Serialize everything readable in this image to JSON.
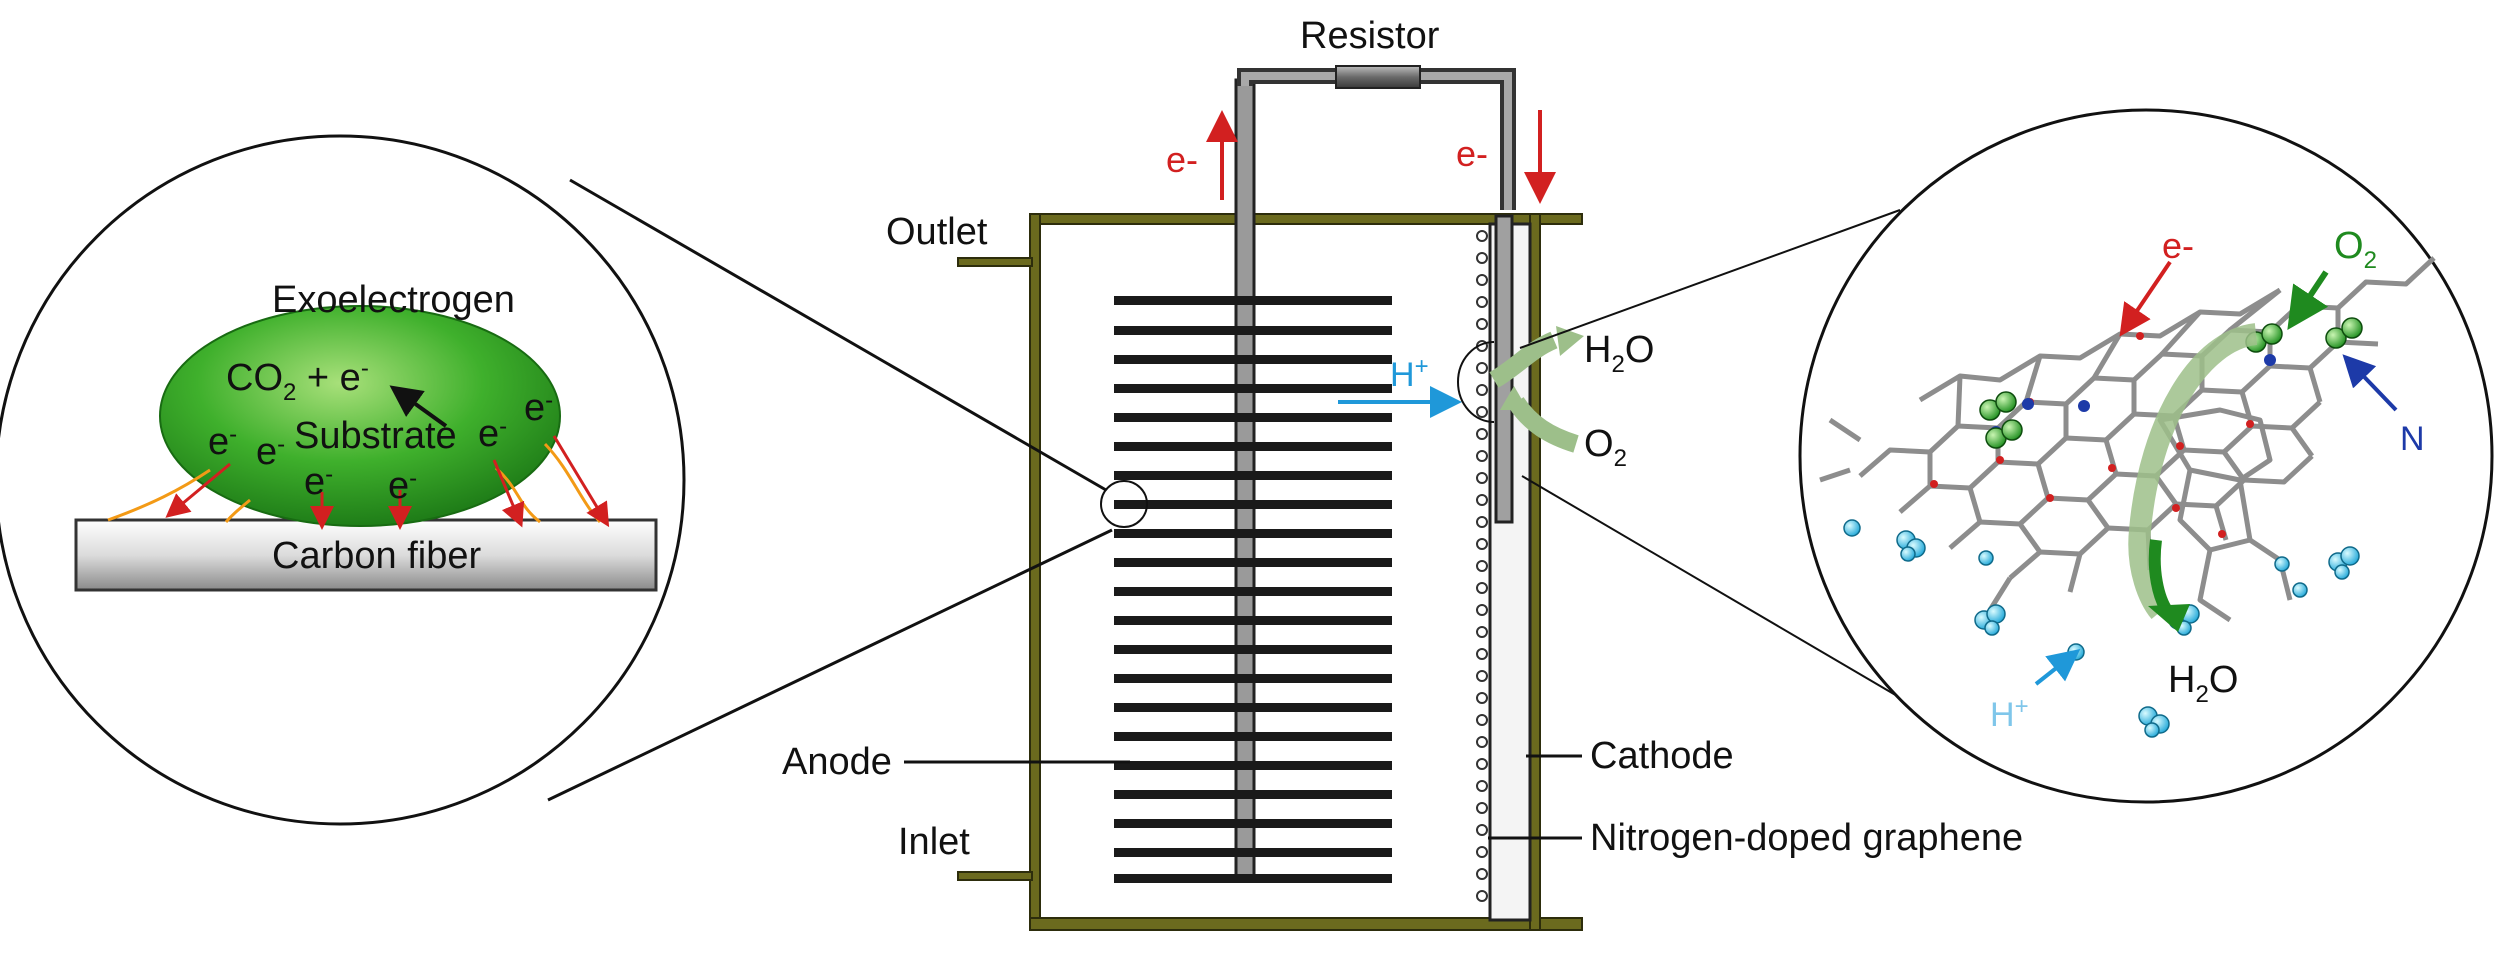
{
  "colors": {
    "wall": "#6b6a1e",
    "bar": "#1a1a1a",
    "red": "#d22020",
    "blue": "#1f98d9",
    "dark_blue": "#1d3aa8",
    "green": "#1f8a1f",
    "light_green": "#9dbf8a",
    "bacteria": "#27a11e",
    "orange": "#f39a16"
  },
  "labels": {
    "resistor": "Resistor",
    "outlet": "Outlet",
    "inlet": "Inlet",
    "anode": "Anode",
    "cathode": "Cathode",
    "graphene": "Nitrogen-doped graphene",
    "electron": "e-",
    "proton": "H",
    "proton_sup": "+",
    "water_h": "H",
    "water_sub": "2",
    "water_o": "O",
    "oxygen_o": "O",
    "oxygen_sub": "2"
  },
  "left_zoom": {
    "exoelectrogen": "Exoelectrogen",
    "co2_prefix": "CO",
    "co2_sub": "2",
    "co2_suffix": " + e",
    "co2_sup": "-",
    "substrate": "Substrate",
    "carbon_fiber": "Carbon fiber",
    "e": "e",
    "e_sup": "-"
  },
  "right_zoom": {
    "electron": "e-",
    "o2_o": "O",
    "o2_sub": "2",
    "n": "N",
    "proton": "H",
    "proton_sup": "+",
    "water_h": "H",
    "water_sub": "2",
    "water_o": "O"
  }
}
